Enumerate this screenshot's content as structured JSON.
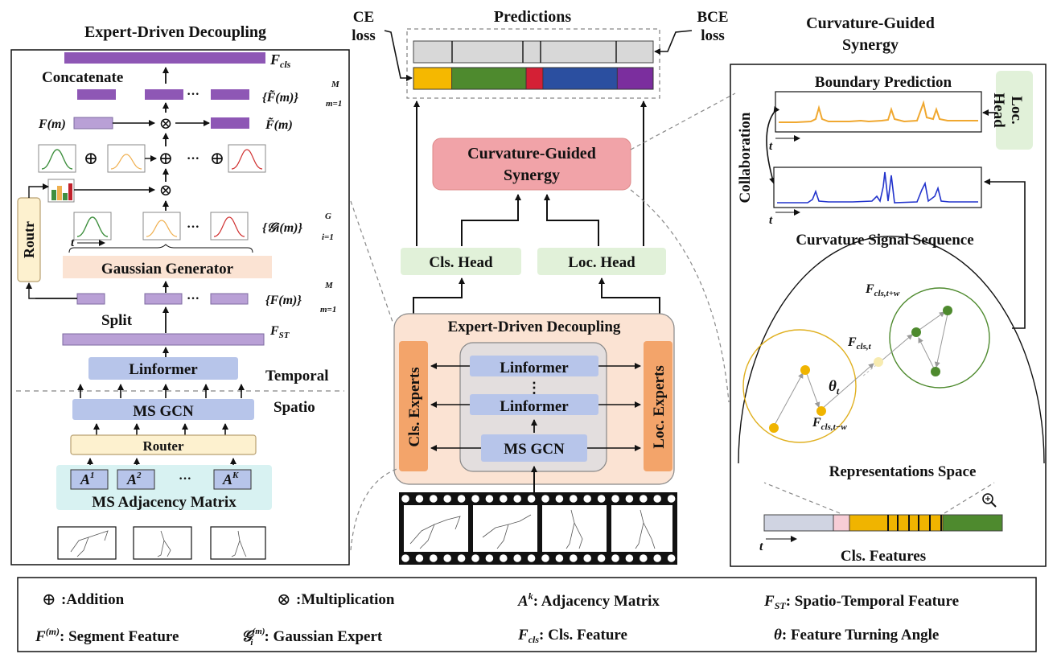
{
  "left": {
    "title": "Expert-Driven Decoupling",
    "f_cls": "F",
    "f_cls_sub": "cls",
    "concatenate": "Concatenate",
    "f_tilde_set": "{F̃(m)}",
    "f_tilde_sup": "M",
    "f_tilde_sub": "m=1",
    "f_m": "F(m)",
    "f_tilde_m": "F̃(m)",
    "dots": "···",
    "g_set": "{𝒢i(m)}",
    "g_sup": "G",
    "g_sub": "i=1",
    "t_axis": "t",
    "router_v": "Routr",
    "gaussian_generator": "Gaussian Generator",
    "f_set": "{F(m)}",
    "f_set_sup": "M",
    "f_set_sub": "m=1",
    "split": "Split",
    "f_st": "F",
    "f_st_sub": "ST",
    "linformer": "Linformer",
    "temporal": "Temporal",
    "ms_gcn": "MS GCN",
    "spatio": "Spatio",
    "router": "Router",
    "a1": "A",
    "a1_sup": "1",
    "a2": "A",
    "a2_sup": "2",
    "ak": "A",
    "ak_sup": "K",
    "ms_adj": "MS Adjacency Matrix",
    "plus": "⊕",
    "times": "⊗"
  },
  "middle": {
    "predictions": "Predictions",
    "ce_loss_1": "CE",
    "ce_loss_2": "loss",
    "bce_loss_1": "BCE",
    "bce_loss_2": "loss",
    "cgs_1": "Curvature-Guided",
    "cgs_2": "Synergy",
    "cls_head": "Cls. Head",
    "loc_head": "Loc. Head",
    "edd": "Expert-Driven Decoupling",
    "cls_experts": "Cls. Experts",
    "loc_experts": "Loc. Experts",
    "linformer_a": "Linformer",
    "vdots": "⋮",
    "linformer_b": "Linformer",
    "ms_gcn": "MS GCN",
    "pred_colors": [
      "#f5b800",
      "#4e8a2e",
      "#d42035",
      "#2b4fa0",
      "#7b2e9e"
    ],
    "pred_widths": [
      0.16,
      0.31,
      0.07,
      0.31,
      0.15
    ]
  },
  "right": {
    "title_1": "Curvature-Guided",
    "title_2": "Synergy",
    "boundary_pred": "Boundary Prediction",
    "loc_head_v_1": "Loc.",
    "loc_head_v_2": "Head",
    "collaboration": "Collaboration",
    "t_axis": "t",
    "curv_signal": "Curvature Signal Sequence",
    "f_cls_tw": "F",
    "f_cls_tw_sub": "cls,t+w",
    "f_cls_t": "F",
    "f_cls_t_sub": "cls,t",
    "theta_t": "θ",
    "theta_sub": "t",
    "f_cls_tmw": "F",
    "f_cls_tmw_sub": "cls,t−w",
    "rep_space": "Representations Space",
    "cls_features": "Cls. Features"
  },
  "legend": {
    "addition": ":Addition",
    "multiplication": ":Multiplication",
    "adj_sym": "A",
    "adj_sup": "k",
    "adj_text": ": Adjacency Matrix",
    "fst_sym": "F",
    "fst_sub": "ST",
    "fst_text": ": Spatio-Temporal Feature",
    "fm_sym": "F",
    "fm_sup": "(m)",
    "fm_text": ": Segment Feature",
    "g_sym": "𝒢",
    "g_sup": "(m)",
    "g_sub": "i",
    "g_text": ": Gaussian Expert",
    "fcls_sym": "F",
    "fcls_sub": "cls",
    "fcls_text": ": Cls. Feature",
    "theta_sym": "θ",
    "theta_text": ": Feature Turning Angle",
    "plus": "⊕",
    "times": "⊗"
  }
}
